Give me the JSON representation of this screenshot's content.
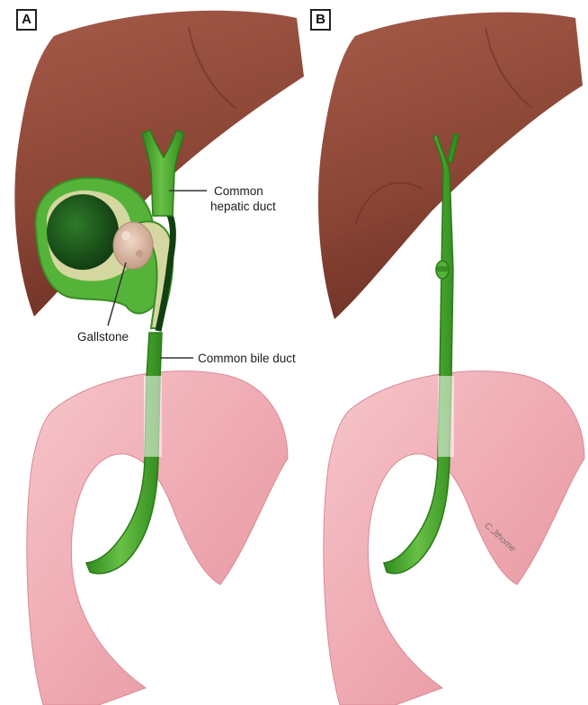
{
  "panels": {
    "a_label": "A",
    "b_label": "B"
  },
  "labels": {
    "common_hepatic_duct_line1": "Common",
    "common_hepatic_duct_line2": "hepatic duct",
    "gallstone": "Gallstone",
    "common_bile_duct": "Common bile duct"
  },
  "signature": "C.Jthome",
  "colors": {
    "liver": "#8f4a3a",
    "bile_duct": "#4dab2f",
    "gallbladder_lumen": "#1e5a1e",
    "duodenum": "#f0b7bd",
    "gallstone": "#dbbcaa"
  }
}
